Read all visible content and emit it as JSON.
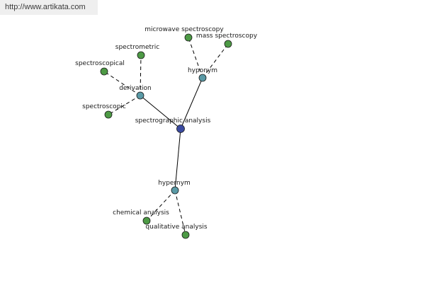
{
  "watermark": {
    "text": "http://www.artikata.com"
  },
  "colors": {
    "center": "#3a4aa0",
    "relation": "#5a9aa6",
    "term": "#4d9a45",
    "edge": "#000000"
  },
  "diagram": {
    "nodes": [
      {
        "id": "center",
        "label": "spectrographic analysis",
        "kind": "center"
      },
      {
        "id": "hyponym",
        "label": "hyponym",
        "kind": "relation"
      },
      {
        "id": "derivation",
        "label": "derivation",
        "kind": "relation"
      },
      {
        "id": "hypernym",
        "label": "hypernym",
        "kind": "relation"
      },
      {
        "id": "microwave",
        "label": "microwave spectroscopy",
        "kind": "term"
      },
      {
        "id": "mass",
        "label": "mass spectroscopy",
        "kind": "term"
      },
      {
        "id": "spectrometric",
        "label": "spectrometric",
        "kind": "term"
      },
      {
        "id": "spectroscopical",
        "label": "spectroscopical",
        "kind": "term"
      },
      {
        "id": "spectroscopic",
        "label": "spectroscopic",
        "kind": "term"
      },
      {
        "id": "chemical",
        "label": "chemical analysis",
        "kind": "term"
      },
      {
        "id": "qualitative",
        "label": "qualitative analysis",
        "kind": "term"
      }
    ],
    "edges": [
      {
        "from": "center",
        "to": "hyponym",
        "style": "solid"
      },
      {
        "from": "center",
        "to": "derivation",
        "style": "solid"
      },
      {
        "from": "center",
        "to": "hypernym",
        "style": "solid"
      },
      {
        "from": "hyponym",
        "to": "microwave",
        "style": "dashed"
      },
      {
        "from": "hyponym",
        "to": "mass",
        "style": "dashed"
      },
      {
        "from": "derivation",
        "to": "spectrometric",
        "style": "dashed"
      },
      {
        "from": "derivation",
        "to": "spectroscopical",
        "style": "dashed"
      },
      {
        "from": "derivation",
        "to": "spectroscopic",
        "style": "dashed"
      },
      {
        "from": "hypernym",
        "to": "chemical",
        "style": "dashed"
      },
      {
        "from": "hypernym",
        "to": "qualitative",
        "style": "dashed"
      }
    ]
  }
}
